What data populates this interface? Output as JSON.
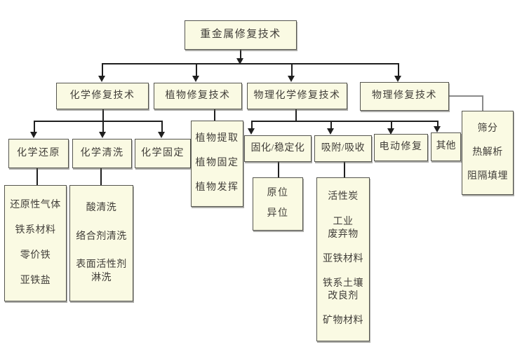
{
  "diagram": {
    "root": "重金属修复技术",
    "branches": [
      "化学修复技术",
      "植物修复技术",
      "物理化学修复技术",
      "物理修复技术"
    ],
    "chemical_children": [
      "化学还原",
      "化学清洗",
      "化学固定"
    ],
    "phyto_methods": [
      "植物提取",
      "植物固定",
      "植物发挥"
    ],
    "physchem_children": [
      "固化/稳定化",
      "吸附/吸收",
      "电动修复",
      "其他"
    ],
    "physical_methods": [
      "筛分",
      "热解析",
      "阻隔填埋"
    ],
    "chemical_reduction_agents": [
      "还原性气体",
      "铁系材料",
      "零价铁",
      "亚铁盐"
    ],
    "chemical_washing_methods": [
      "酸清洗",
      "络合剂清洗",
      "表面活性剂\n淋洗"
    ],
    "solidification_modes": [
      "原位",
      "异位"
    ],
    "adsorption_materials": [
      "活性炭",
      "工业\n废弃物",
      "亚铁材料",
      "铁系土壤\n改良剂",
      "矿物材料"
    ]
  },
  "colors": {
    "box_fill": "#fafae3",
    "box_border": "#55554f",
    "connector": "#1f1f1f",
    "elbow_connector": "#8a8a8a",
    "text": "#403d38",
    "background": "#ffffff"
  }
}
